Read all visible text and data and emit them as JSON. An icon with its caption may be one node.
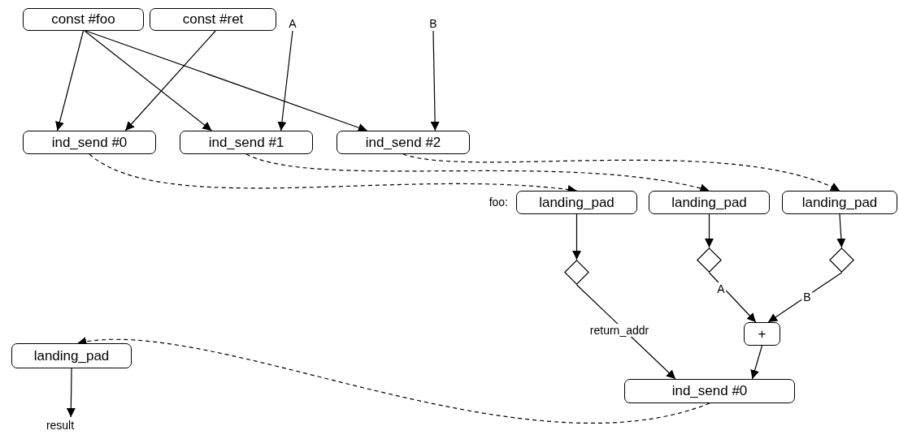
{
  "diagram": {
    "nodes": [
      {
        "text": [
          "const #foo"
        ]
      },
      {
        "text": [
          "const #ret"
        ]
      },
      {
        "text": [
          "A"
        ]
      },
      {
        "text": [
          "B"
        ]
      },
      {
        "text": [
          "ind_send #0"
        ]
      },
      {
        "text": [
          "ind_send #1"
        ]
      },
      {
        "text": [
          "ind_send #2"
        ]
      },
      {
        "text": [
          "landing_pad"
        ],
        "beside": [
          "foo:"
        ]
      },
      {
        "text": [
          "landing_pad"
        ]
      },
      {
        "text": [
          "landing_pad"
        ]
      },
      {
        "text": [],
        "shape": "diamond"
      },
      {
        "text": [],
        "shape": "diamond"
      },
      {
        "text": [],
        "shape": "diamond"
      },
      {
        "text": [
          "+"
        ]
      },
      {
        "text": [
          "ind_send #0"
        ]
      },
      {
        "text": [
          "landing_pad"
        ]
      },
      {
        "text": [
          "result"
        ]
      }
    ],
    "edges": [
      {
        "from": 0,
        "to": 4,
        "arrow": "to"
      },
      {
        "from": 1,
        "to": 4,
        "arrow": "to"
      },
      {
        "from": 0,
        "to": 5,
        "arrow": "to"
      },
      {
        "from": 2,
        "to": 5,
        "arrow": "to"
      },
      {
        "from": 0,
        "to": 6,
        "arrow": "to"
      },
      {
        "from": 3,
        "to": 6,
        "arrow": "to"
      },
      {
        "from": 4,
        "to": 7,
        "arrow": "to",
        "style": "dashed"
      },
      {
        "from": 5,
        "to": 8,
        "arrow": "to",
        "style": "dashed"
      },
      {
        "from": 6,
        "to": 9,
        "arrow": "to",
        "style": "dashed"
      },
      {
        "from": 7,
        "to": 10,
        "arrow": "to"
      },
      {
        "from": 8,
        "to": 11,
        "arrow": "to"
      },
      {
        "from": 9,
        "to": 12,
        "arrow": "to"
      },
      {
        "from": 10,
        "to": 14,
        "arrow": "to",
        "label": "return_addr"
      },
      {
        "from": 11,
        "to": 13,
        "arrow": "to",
        "label": "A"
      },
      {
        "from": 12,
        "to": 13,
        "arrow": "to",
        "label": "B"
      },
      {
        "from": 13,
        "to": 14,
        "arrow": "to"
      },
      {
        "from": 14,
        "to": 15,
        "arrow": "to",
        "style": "dashed"
      },
      {
        "from": 15,
        "to": 16,
        "arrow": "to"
      }
    ]
  }
}
